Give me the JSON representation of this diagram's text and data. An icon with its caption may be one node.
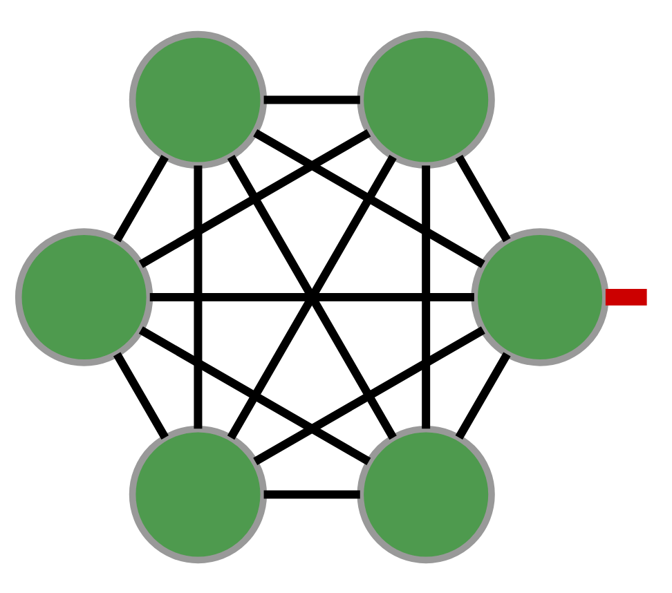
{
  "diagram": {
    "nodes": [
      {
        "text": [],
        "shape": "circle"
      },
      {
        "text": [],
        "shape": "circle"
      },
      {
        "text": [],
        "shape": "circle"
      },
      {
        "text": [],
        "shape": "circle"
      },
      {
        "text": [],
        "shape": "circle"
      },
      {
        "text": [],
        "shape": "circle"
      }
    ],
    "edges": [
      {
        "from": 0,
        "to": 1,
        "arrow": "none"
      },
      {
        "from": 0,
        "to": 2,
        "arrow": "none"
      },
      {
        "from": 0,
        "to": 3,
        "arrow": "none"
      },
      {
        "from": 0,
        "to": 4,
        "arrow": "none"
      },
      {
        "from": 0,
        "to": 5,
        "arrow": "none"
      },
      {
        "from": 1,
        "to": 2,
        "arrow": "none"
      },
      {
        "from": 1,
        "to": 3,
        "arrow": "none"
      },
      {
        "from": 1,
        "to": 4,
        "arrow": "none"
      },
      {
        "from": 1,
        "to": 5,
        "arrow": "none"
      },
      {
        "from": 2,
        "to": 3,
        "arrow": "none"
      },
      {
        "from": 2,
        "to": 4,
        "arrow": "none"
      },
      {
        "from": 2,
        "to": 5,
        "arrow": "none"
      },
      {
        "from": 3,
        "to": 4,
        "arrow": "none"
      },
      {
        "from": 3,
        "to": 5,
        "arrow": "none"
      },
      {
        "from": 4,
        "to": 5,
        "arrow": "none"
      },
      {
        "from": 5,
        "to": null,
        "arrow": "none",
        "style": "thick",
        "color": "#cc0000"
      }
    ]
  }
}
